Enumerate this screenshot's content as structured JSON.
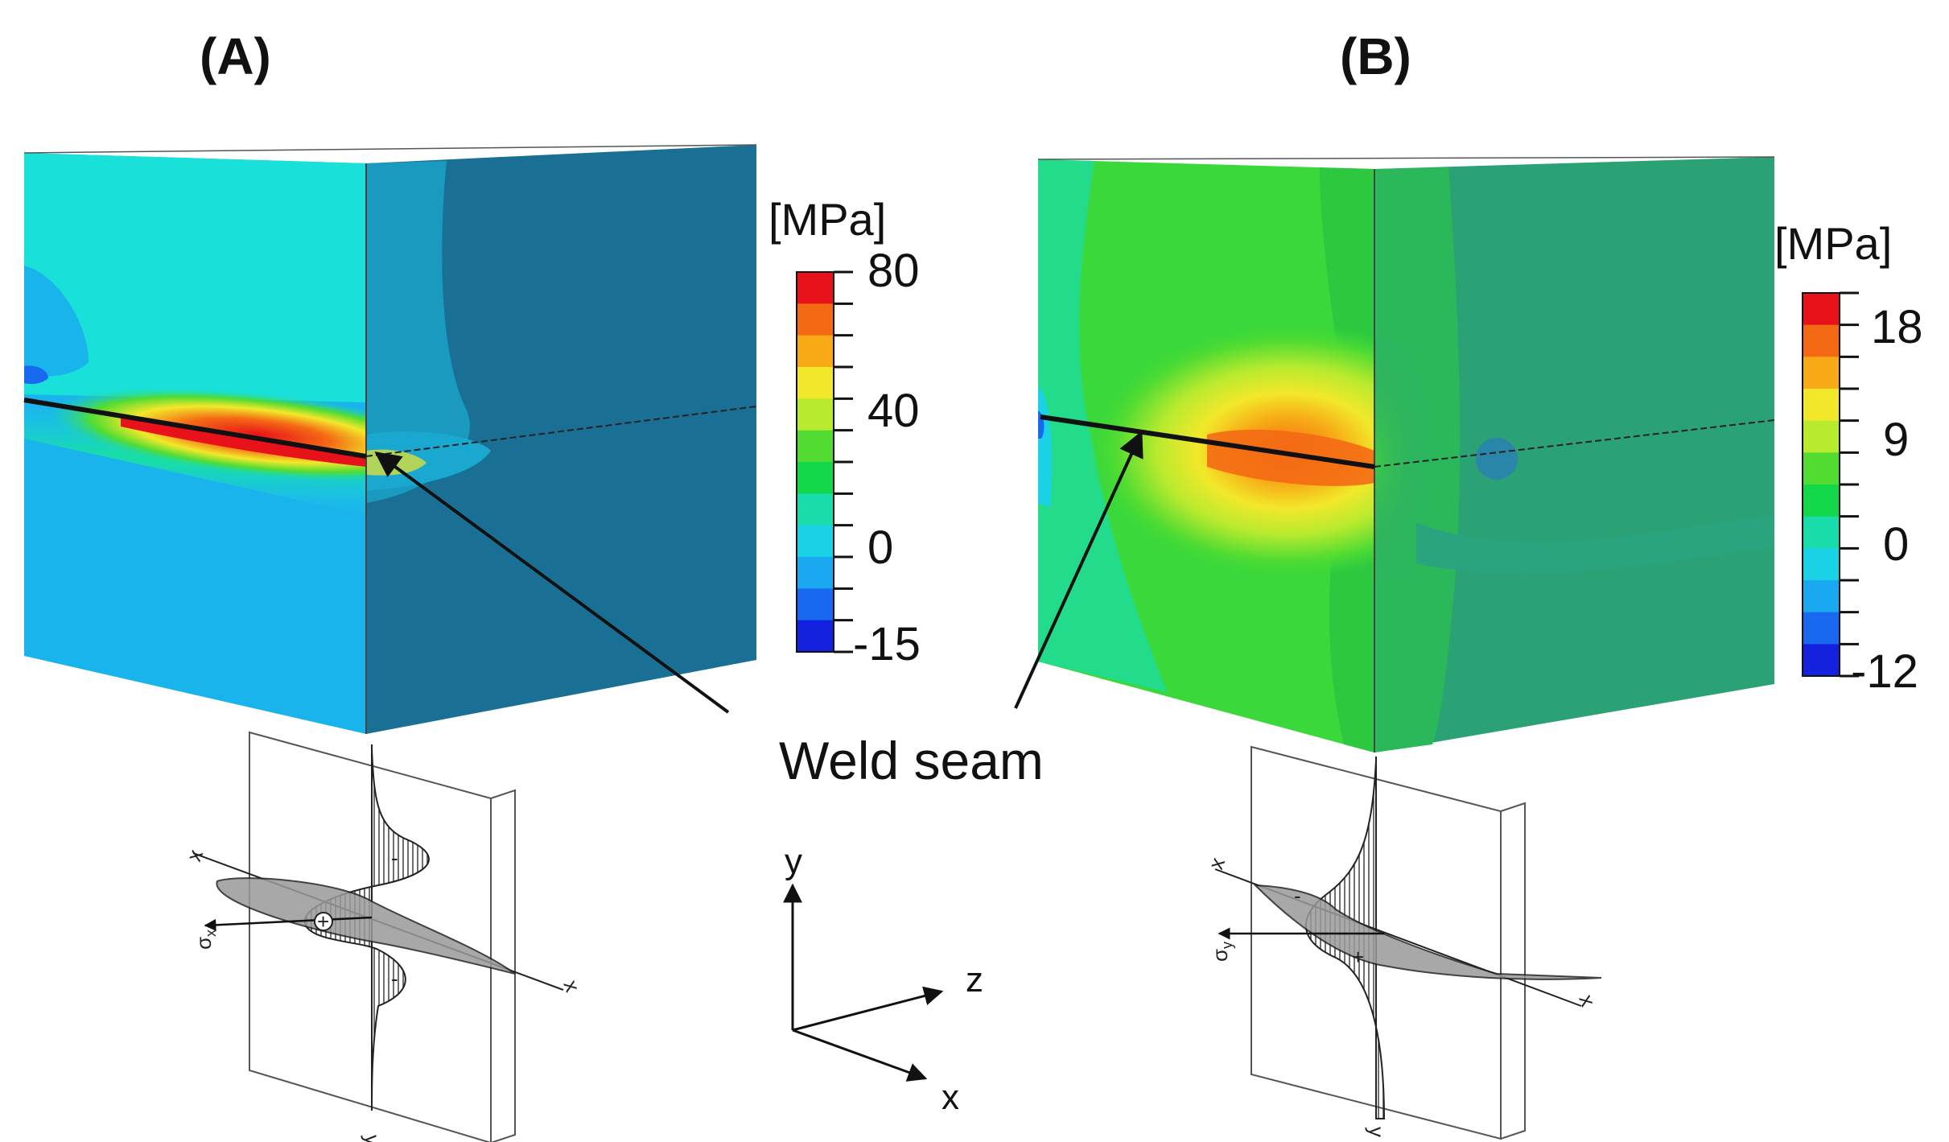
{
  "panels": [
    {
      "id": "A",
      "label": "(A)",
      "colorbar": {
        "unit": "[MPa]",
        "ticks": [
          "80",
          "40",
          "0",
          "-15"
        ],
        "colors": [
          "#e8121a",
          "#f46a14",
          "#f7a916",
          "#f2e82a",
          "#b8ea2e",
          "#52dc32",
          "#12d84a",
          "#18dcaa",
          "#1ad2e6",
          "#1aa8f0",
          "#1868f0",
          "#1422e0"
        ]
      },
      "sketch_labels": {
        "axis_top": "x",
        "axis_right": "x",
        "axis_bottom": "y",
        "stress": "σ",
        "stress_sub": "x",
        "plus_sign": "+",
        "minus_sign": "-"
      }
    },
    {
      "id": "B",
      "label": "(B)",
      "colorbar": {
        "unit": "[MPa]",
        "ticks": [
          "18",
          "9",
          "0",
          "-12"
        ],
        "colors": [
          "#e8121a",
          "#f46a14",
          "#f7a916",
          "#f2e82a",
          "#b8ea2e",
          "#52dc32",
          "#12d84a",
          "#18dcaa",
          "#1ad2e6",
          "#1aa8f0",
          "#1868f0",
          "#1422e0"
        ]
      },
      "sketch_labels": {
        "axis_top": "x",
        "axis_right": "x",
        "axis_bottom": "y",
        "stress": "σ",
        "stress_sub": "y",
        "plus_sign": "+",
        "minus_sign": "-"
      }
    }
  ],
  "callout": {
    "text": "Weld seam"
  },
  "coordinate_axes": {
    "y": "y",
    "z": "z",
    "x": "x"
  }
}
